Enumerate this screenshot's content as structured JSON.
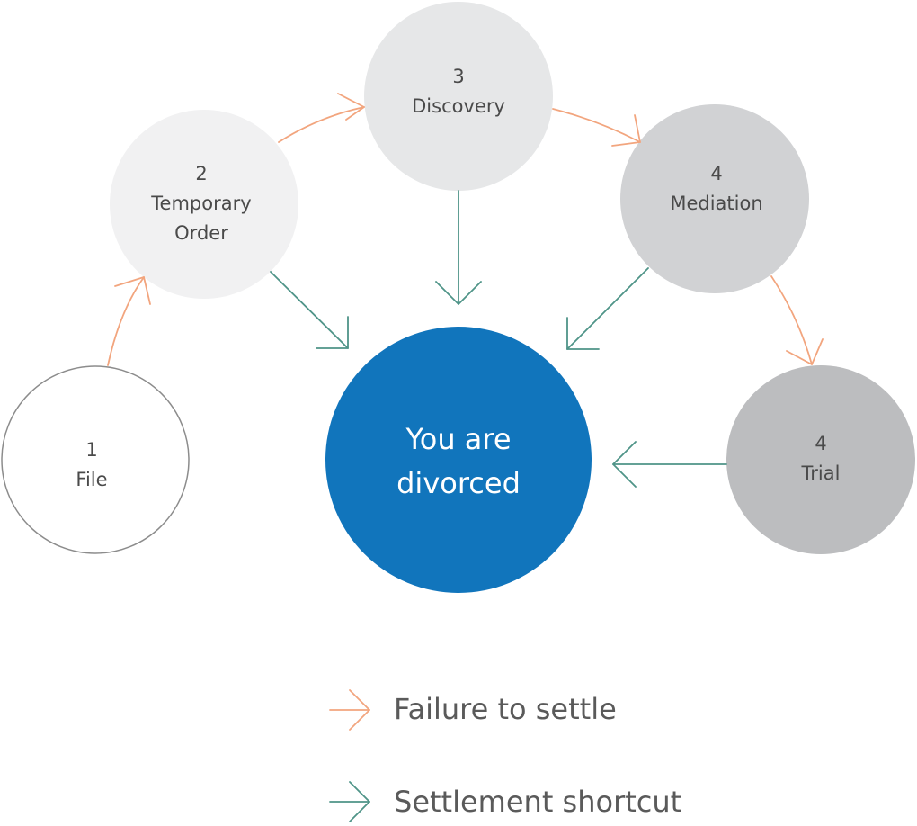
{
  "colors": {
    "failure": "#f2a57e",
    "settlement": "#4f9488",
    "center": "#1175bc"
  },
  "nodes": {
    "file": {
      "number": "1",
      "label": "File"
    },
    "temporary_order": {
      "number": "2",
      "label_line1": "Temporary",
      "label_line2": "Order"
    },
    "discovery": {
      "number": "3",
      "label": "Discovery"
    },
    "mediation": {
      "number": "4",
      "label": "Mediation"
    },
    "trial": {
      "number": "4",
      "label": "Trial"
    },
    "center": {
      "line1": "You are",
      "line2": "divorced"
    }
  },
  "legend": {
    "failure": {
      "label": "Failure to settle"
    },
    "settlement": {
      "label": "Settlement shortcut"
    }
  }
}
